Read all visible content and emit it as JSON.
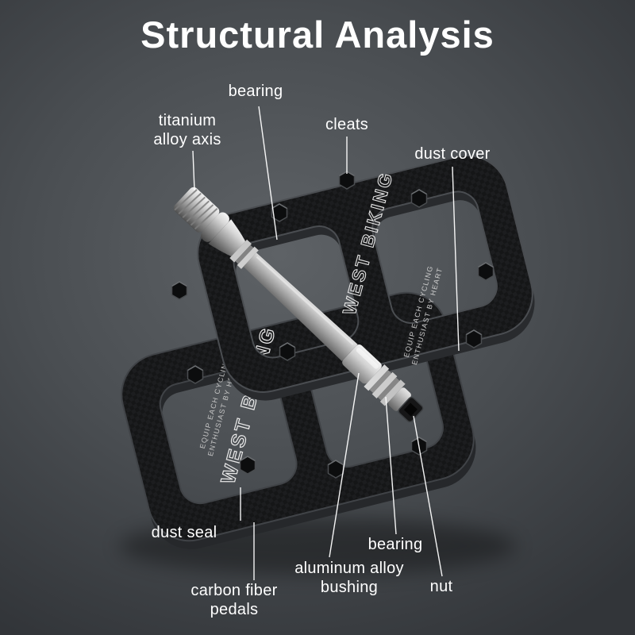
{
  "title": "Structural Analysis",
  "labels": {
    "bearing_top": "bearing",
    "titanium_axis": "titanium\nalloy axis",
    "cleats": "cleats",
    "dust_cover": "dust cover",
    "dust_seal": "dust seal",
    "carbon_fiber": "carbon fiber\npedals",
    "aluminum_bushing": "aluminum alloy\nbushing",
    "bearing_bottom": "bearing",
    "nut": "nut"
  },
  "product": {
    "brand": "WEST BIKING",
    "slogan_line1": "EQUIP EACH CYCLING",
    "slogan_line2": "ENTHUSIAST BY HEART"
  },
  "colors": {
    "background_mid": "#4a4e52",
    "label_text": "#ffffff",
    "leader_line": "#ffffff",
    "pedal_body": "#151617",
    "pedal_edge": "#4a4d51",
    "axle_metal": "#c9c9c9"
  }
}
